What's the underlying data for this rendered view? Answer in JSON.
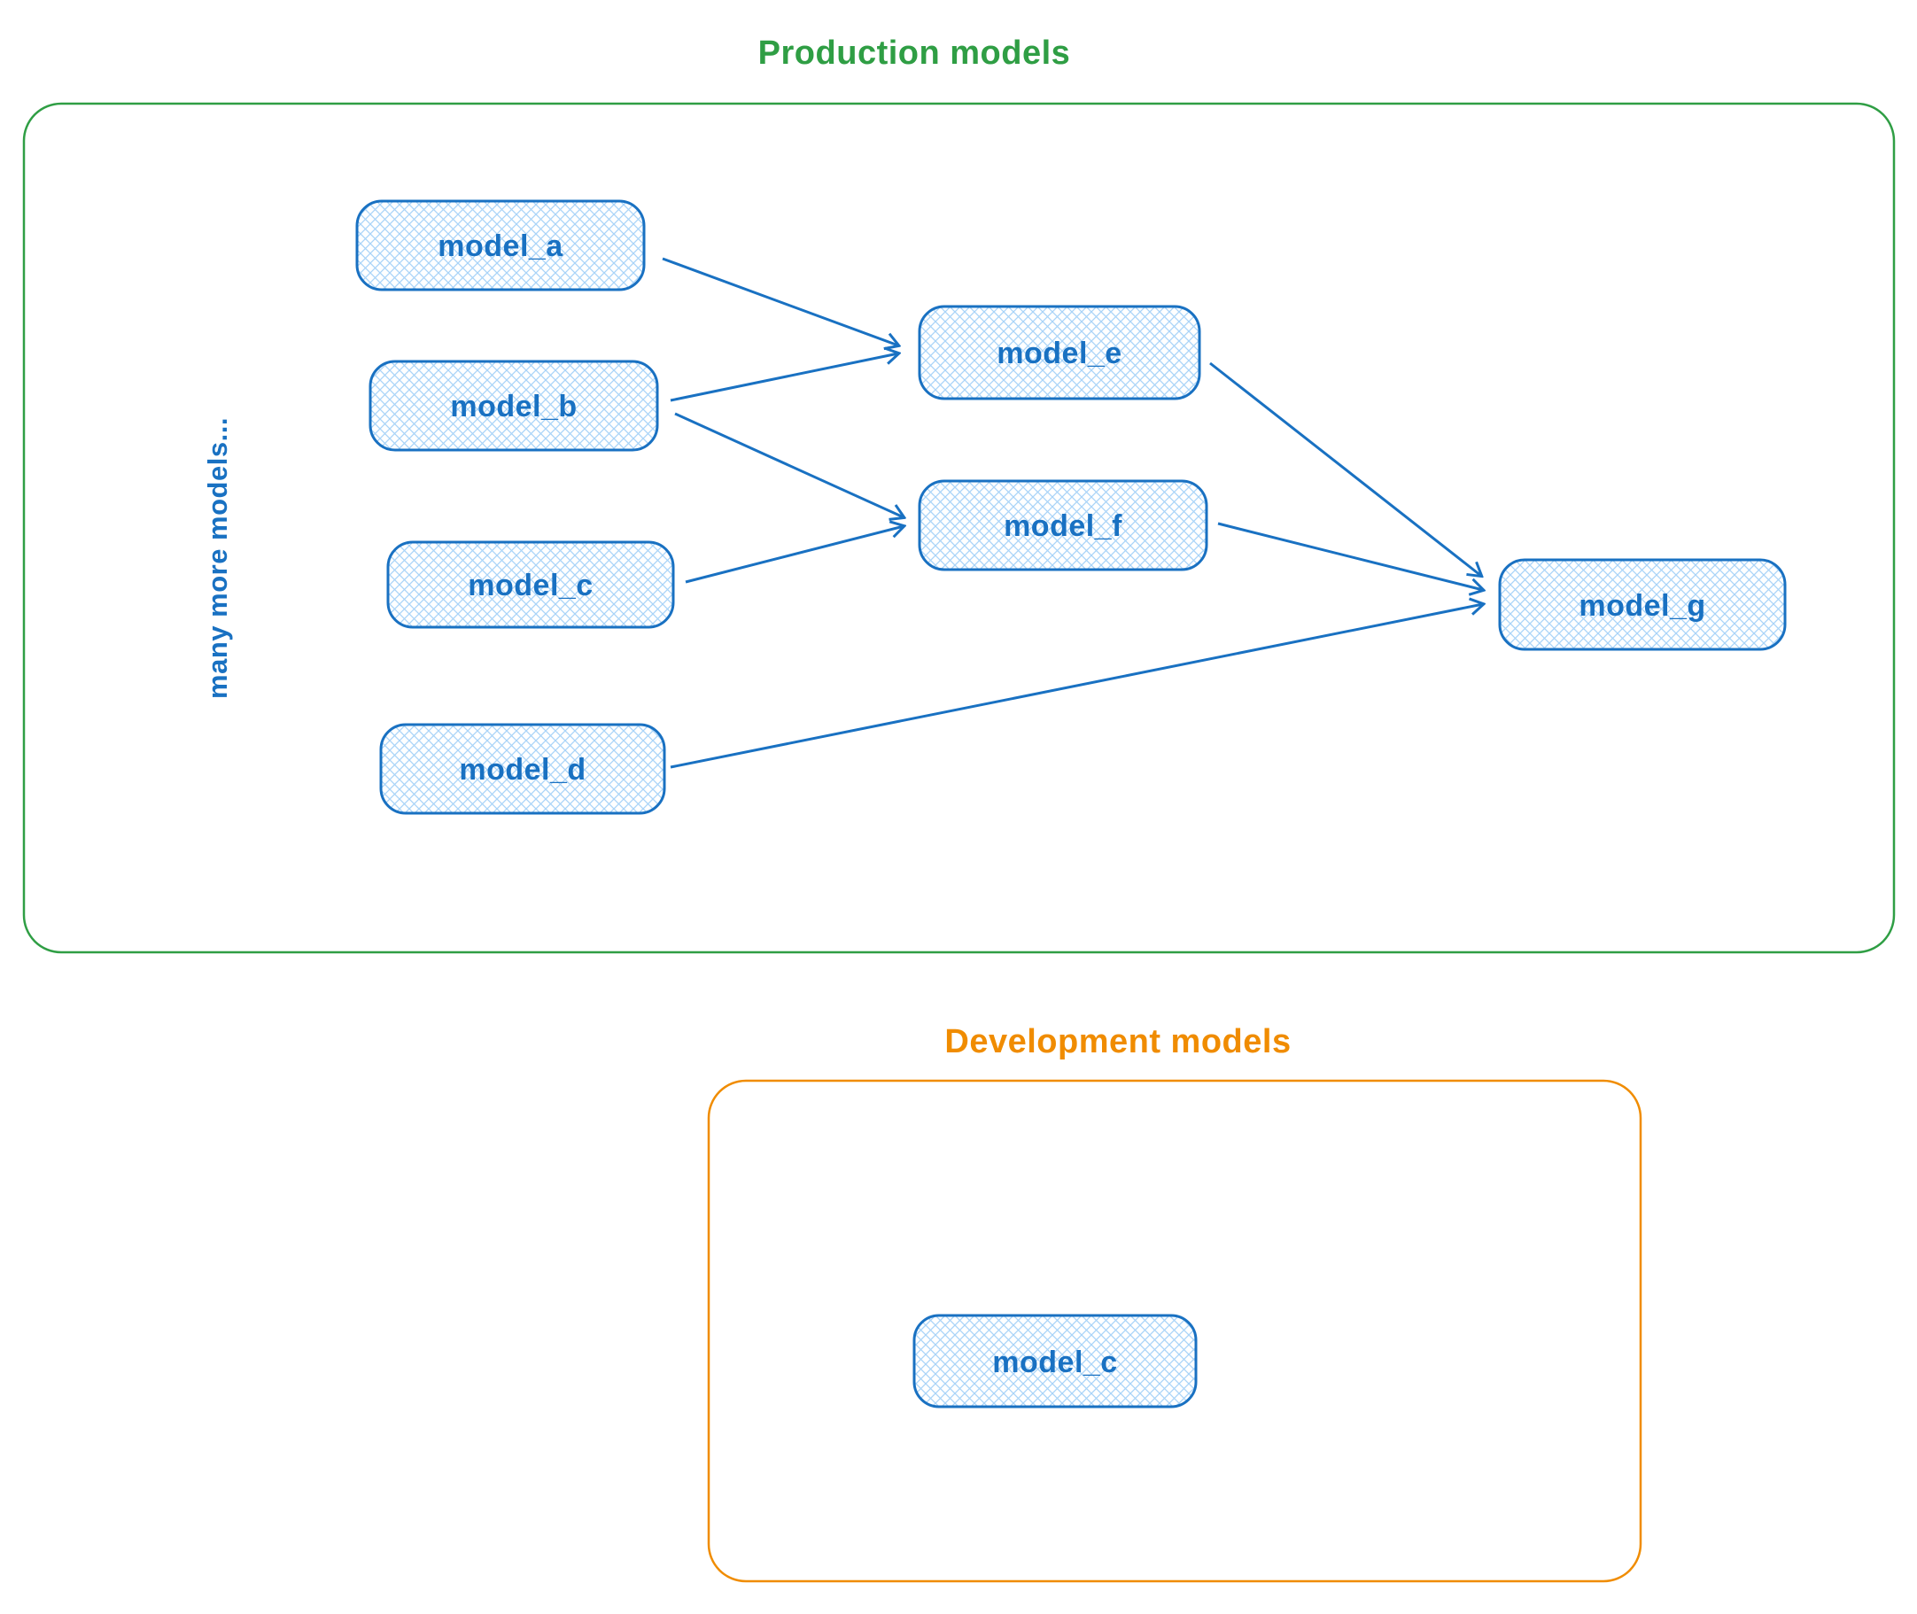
{
  "colors": {
    "blue": "#1971c2",
    "light_blue_hatch": "#a9d4f8",
    "green": "#2f9e44",
    "orange": "#f08c00",
    "background": "#ffffff"
  },
  "production": {
    "title": "Production models",
    "side_note": "many more models...",
    "nodes": [
      {
        "id": "model_a",
        "label": "model_a"
      },
      {
        "id": "model_b",
        "label": "model_b"
      },
      {
        "id": "model_c",
        "label": "model_c"
      },
      {
        "id": "model_d",
        "label": "model_d"
      },
      {
        "id": "model_e",
        "label": "model_e"
      },
      {
        "id": "model_f",
        "label": "model_f"
      },
      {
        "id": "model_g",
        "label": "model_g"
      }
    ],
    "edges": [
      {
        "from": "model_a",
        "to": "model_e"
      },
      {
        "from": "model_b",
        "to": "model_e"
      },
      {
        "from": "model_b",
        "to": "model_f"
      },
      {
        "from": "model_c",
        "to": "model_f"
      },
      {
        "from": "model_e",
        "to": "model_g"
      },
      {
        "from": "model_f",
        "to": "model_g"
      },
      {
        "from": "model_d",
        "to": "model_g"
      }
    ]
  },
  "development": {
    "title": "Development models",
    "nodes": [
      {
        "id": "model_c_dev",
        "label": "model_c"
      }
    ]
  }
}
